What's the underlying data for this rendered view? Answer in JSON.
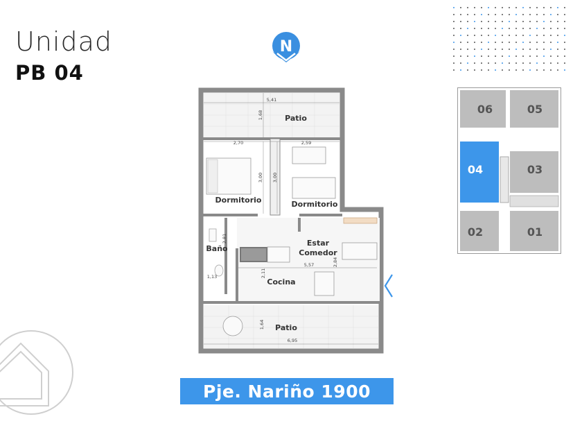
{
  "header": {
    "line1": "Unidad",
    "line2": "PB 04"
  },
  "compass": {
    "letter": "N"
  },
  "plan": {
    "rooms": {
      "patio_top": "Patio",
      "dorm1": "Dormitorio",
      "dorm2": "Dormitorio",
      "bano": "Baño",
      "estar1": "Estar",
      "estar2": "Comedor",
      "cocina": "Cocina",
      "patio_bottom": "Patio"
    },
    "dims": {
      "d541": "5,41",
      "d168": "1,68",
      "d270": "2,70",
      "d259": "2,59",
      "d300a": "3,00",
      "d300b": "3,00",
      "d281": "2,81",
      "d557": "5,57",
      "d284": "2,84",
      "d211": "2,11",
      "d113": "1,13",
      "d164": "1,64",
      "d695": "6,95"
    }
  },
  "keymap": {
    "u06": "06",
    "u05": "05",
    "u04": "04",
    "u03": "03",
    "u02": "02",
    "u01": "01",
    "highlight_color": "#3d96ea"
  },
  "address": {
    "text": "Pje. Nariño 1900",
    "color": "#3d96ea"
  },
  "colors": {
    "accent": "#3d96ea",
    "compass": "#3a8fe0"
  }
}
